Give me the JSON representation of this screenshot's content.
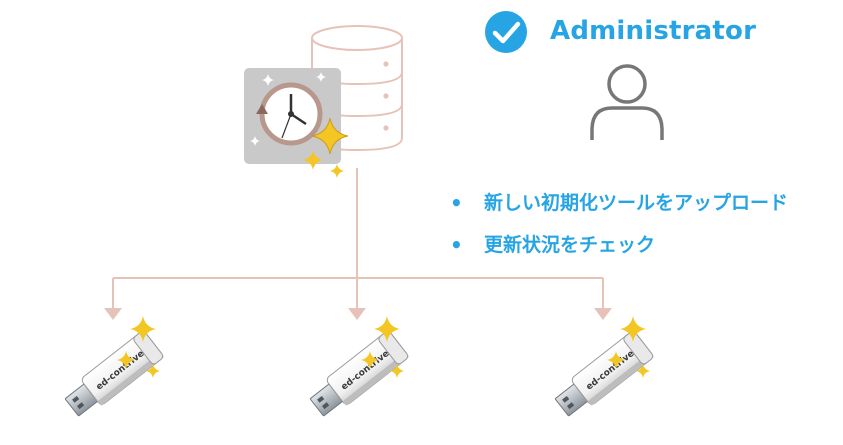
{
  "admin": {
    "label": "Administrator",
    "check_icon": "check-circle-icon",
    "user_icon": "user-outline-icon"
  },
  "server": {
    "icon": "database-icon",
    "badge_icon": "restore-clock-sparkle-icon"
  },
  "steps": [
    {
      "text": "新しい初期化ツールをアップロード"
    },
    {
      "text": "更新状況をチェック"
    }
  ],
  "usb_devices": [
    {
      "brand": "ed-contrive",
      "icon": "usb-drive-icon"
    },
    {
      "brand": "ed-contrive",
      "icon": "usb-drive-icon"
    },
    {
      "brand": "ed-contrive",
      "icon": "usb-drive-icon"
    }
  ],
  "colors": {
    "accent_blue": "#26a4e3",
    "connector": "#e6c3b8",
    "text_gray": "#777777",
    "sparkle": "#f3c624",
    "badge_bg": "#c9c9c9"
  }
}
